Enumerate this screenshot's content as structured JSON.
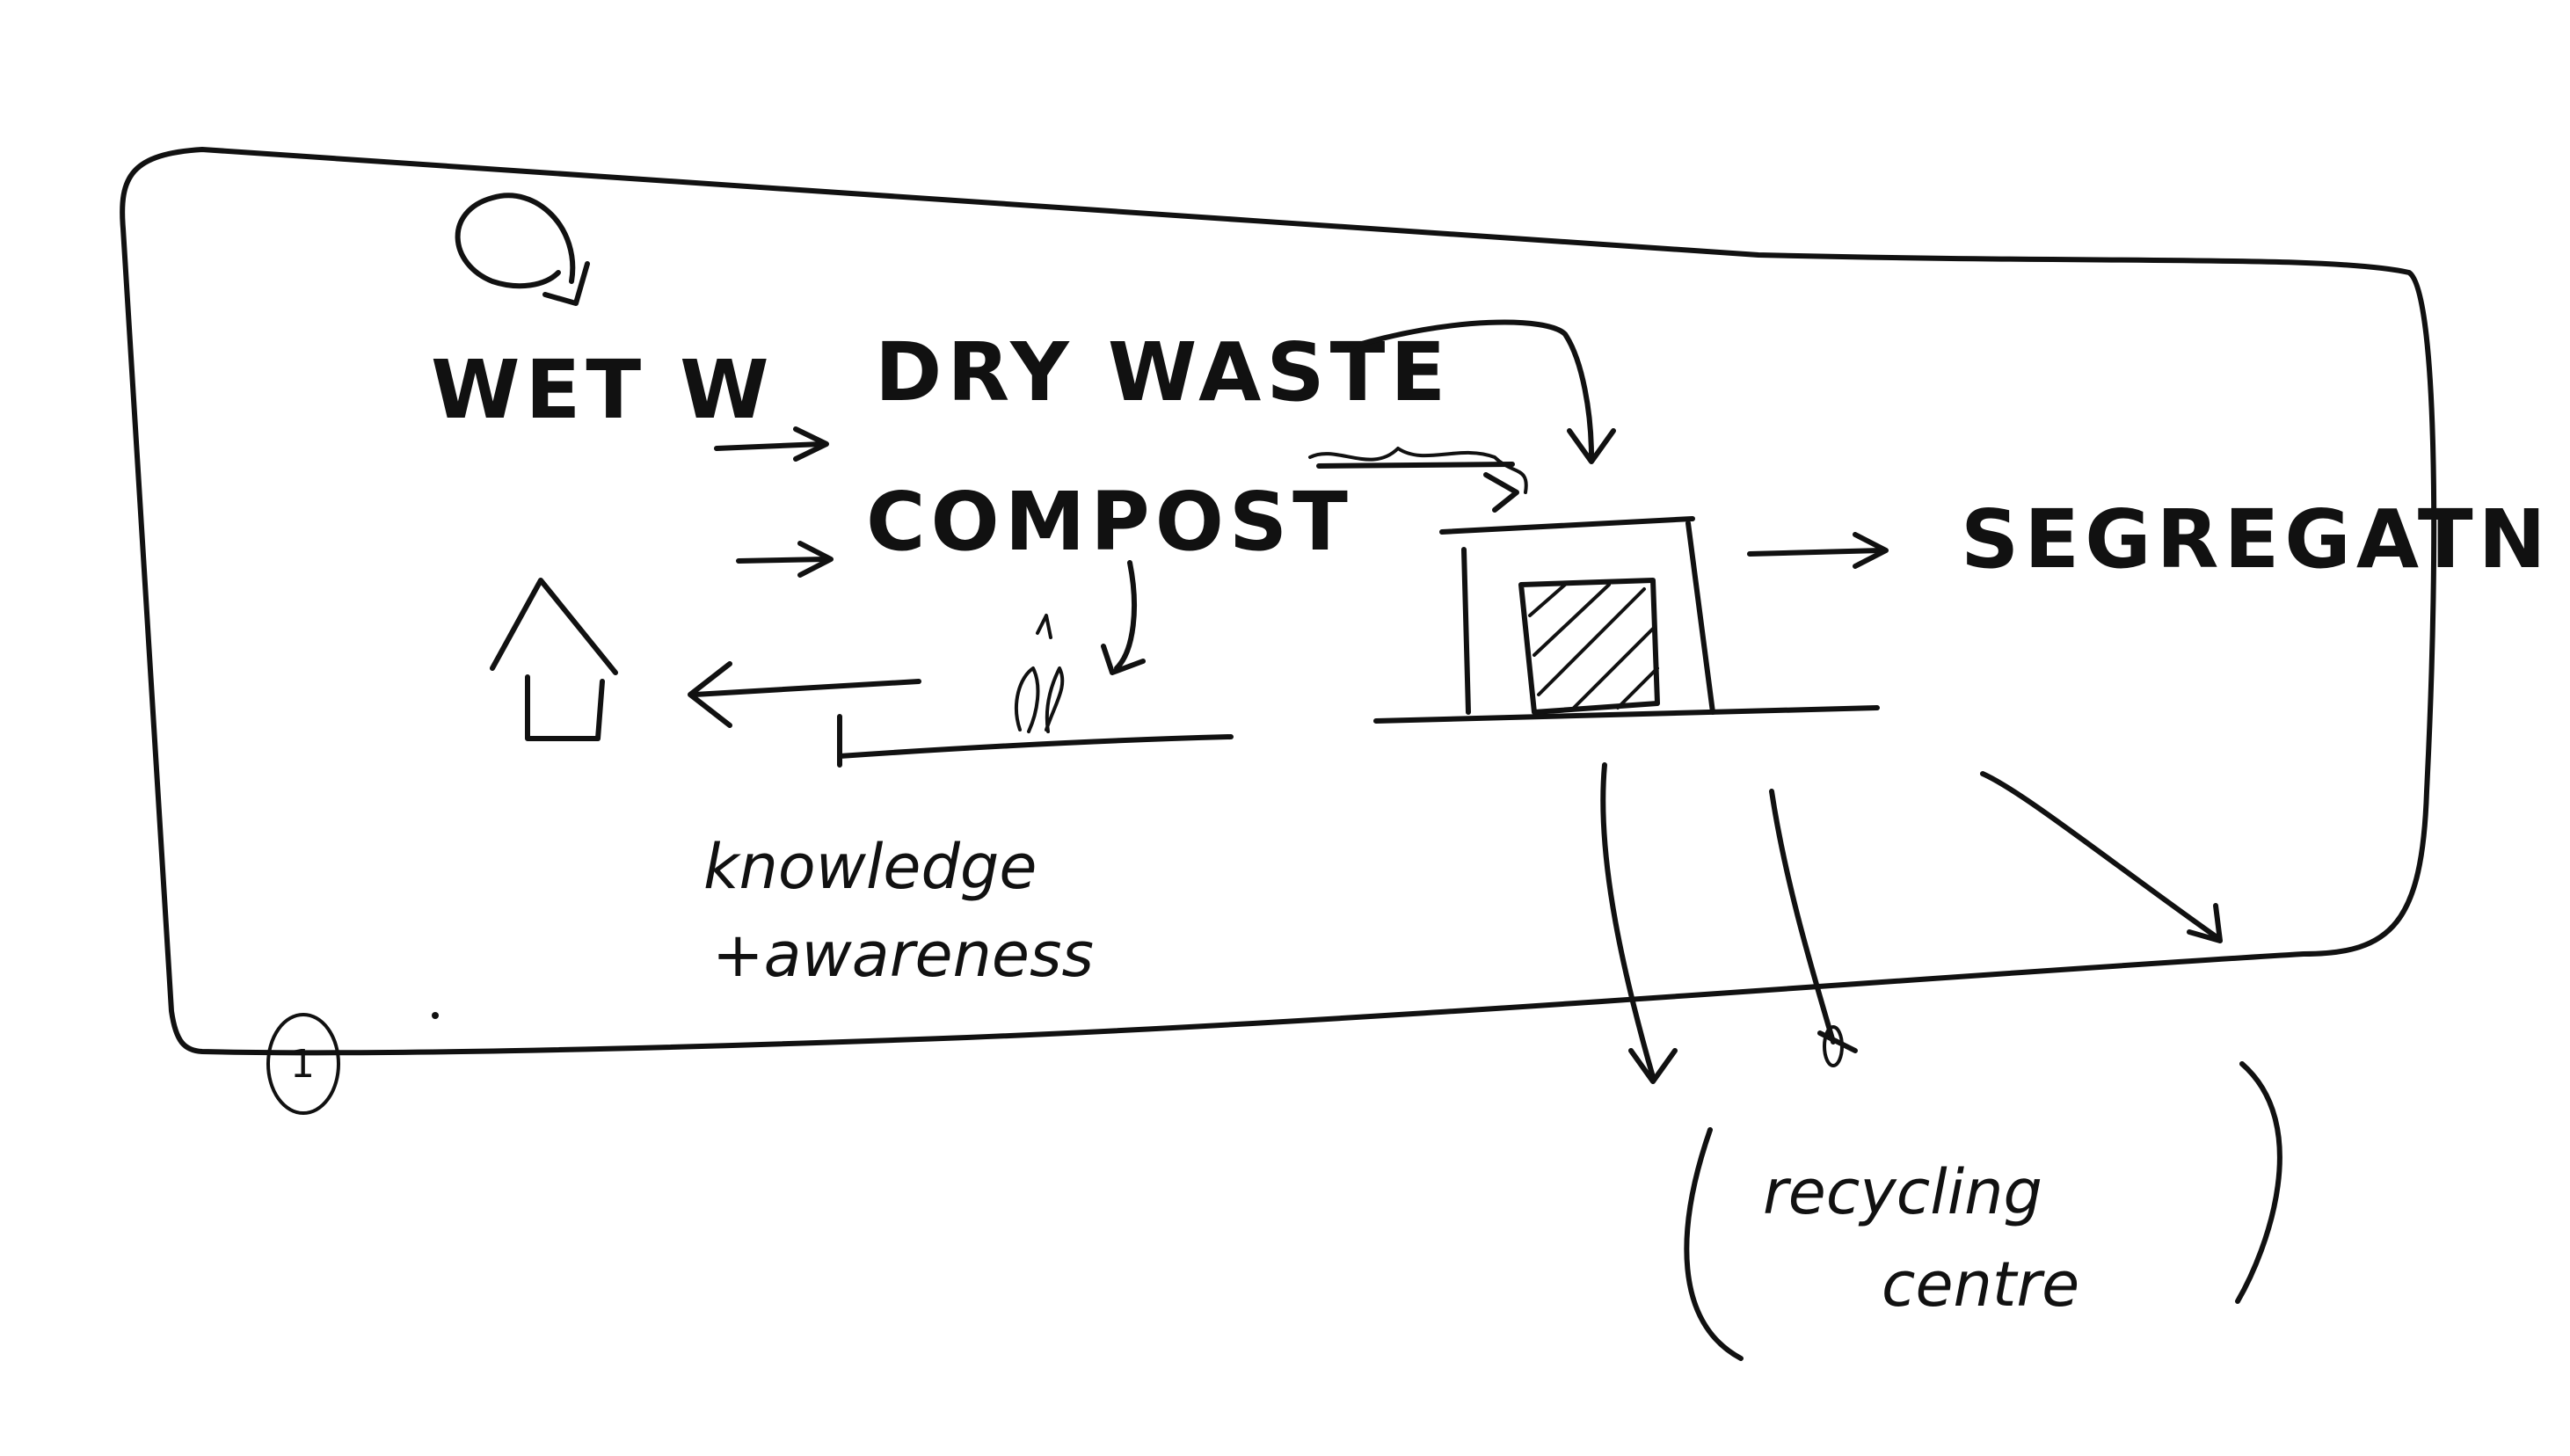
{
  "labels": {
    "wet_waste": "WET W",
    "dry_waste": "DRY WASTE",
    "compost": "COMPOST",
    "segregation": "SEGREGATN",
    "knowledge_line1": "knowledge",
    "knowledge_line2": "+awareness",
    "recycling_line1": "recycling",
    "recycling_line2": "centre",
    "page_number": "1"
  },
  "colors": {
    "ink": "#111111",
    "paper": "#ffffff"
  }
}
